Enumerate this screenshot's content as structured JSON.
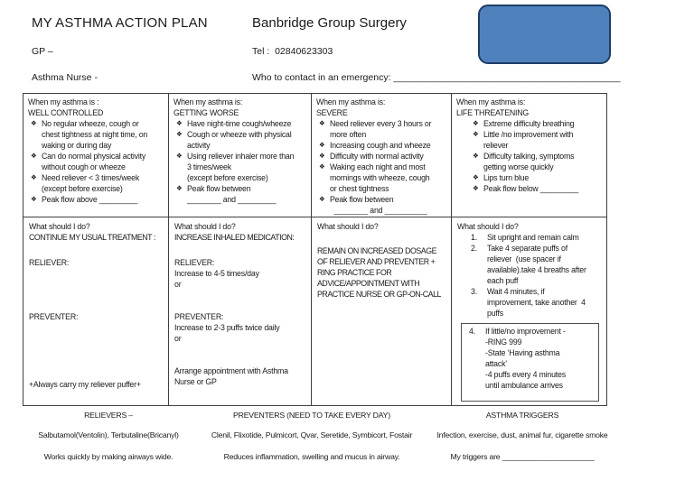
{
  "page": {
    "bullet": "❖"
  },
  "header": {
    "title": "MY ASTHMA ACTION PLAN",
    "surgery": "Banbridge Group Surgery",
    "gp": "GP –",
    "tel": "Tel :  02840623303",
    "nurse": "Asthma Nurse -",
    "emergency_label": "Who to contact in an emergency: ___________________________________________",
    "logo_fill": "#4f81bd",
    "logo_border": "#1f3c66"
  },
  "columns": [
    {
      "when_label": "When my asthma is :",
      "status": "WELL CONTROLLED",
      "symptoms": [
        "No regular wheeze, cough or\nchest tightness at night time, on\nwaking or during day",
        "Can do normal physical activity\nwithout cough or wheeze",
        "Need reliever < 3 times/week\n(except before exercise)",
        "Peak flow above _________"
      ],
      "action_title": "What should I do?",
      "action_heading": "CONTINUE MY USUAL TREATMENT :",
      "reliever_label": "RELIEVER:",
      "preventer_label": "PREVENTER:",
      "note": "+Always carry my reliever puffer+"
    },
    {
      "when_label": "When my asthma is:",
      "status": "GETTING WORSE",
      "symptoms": [
        "Have night-time cough/wheeze",
        "Cough or wheeze with physical\nactivity",
        "Using reliever inhaler more than\n3 times/week\n(except before exercise)",
        "Peak flow between\n________ and _________"
      ],
      "action_title": "What should I do?",
      "action_heading": "INCREASE INHALED MEDICATION:",
      "reliever_label": "RELIEVER:",
      "reliever_advice": "Increase to 4-5 times/day",
      "reliever_or": "or",
      "preventer_label": "PREVENTER:",
      "preventer_advice": "Increase to 2-3 puffs twice daily",
      "preventer_or": "or",
      "appointment": "Arrange appointment with Asthma\nNurse or GP"
    },
    {
      "when_label": "When my asthma is:",
      "status": "SEVERE",
      "symptoms": [
        "Need reliever every 3 hours or\nmore often",
        "Increasing cough and wheeze",
        "Difficulty with normal activity",
        "Waking each night and most\nmornings with wheeze, cough\nor chest tightness",
        "Peak flow between\n  ________ and __________"
      ],
      "action_title": "What should I do?",
      "action_body": "REMAIN ON INCREASED DOSAGE\nOF RELIEVER AND PREVENTER +\nRING PRACTICE FOR\nADVICE/APPOINTMENT WITH\nPRACTICE NURSE OR GP-ON-CALL"
    },
    {
      "when_label": "When my asthma is:",
      "status": "LIFE THREATENING",
      "symptoms": [
        "Extreme difficulty breathing",
        "Little /no improvement with\nreliever",
        "Difficulty talking, symptoms\ngetting worse quickly",
        "Lips turn blue",
        "Peak flow below _________"
      ],
      "action_title": "What should I do?",
      "steps": [
        {
          "num": "1.",
          "text": "Sit upright and remain calm"
        },
        {
          "num": "2.",
          "text": "Take 4 separate puffs of\nreliever  (use spacer if\navailable).take 4 breaths after\neach puff"
        },
        {
          "num": "3.",
          "text": "Wait 4 minutes, if\nimprovement, take another  4\npuffs"
        }
      ],
      "emergency_step": {
        "num": "4.",
        "text": "If little/no improvement -\n-RING 999\n-State ‘Having asthma\nattack’\n-4 puffs every 4 minutes\nuntil ambulance arrives"
      }
    }
  ],
  "footer": {
    "relievers": {
      "heading": "RELIEVERS –",
      "drugs": "Salbutamol(Ventolin), Terbutaline(Bricanyl)",
      "description": "Works quickly by making airways wide."
    },
    "preventers": {
      "heading": "PREVENTERS (NEED TO TAKE EVERY DAY)",
      "drugs": "Clenil, Flixotide, Pulmicort, Qvar, Seretide, Symbicort, Fostair",
      "description": "Reduces inflammation, swelling and mucus in airway."
    },
    "triggers": {
      "heading": "ASTHMA TRIGGERS",
      "drugs": "Infection, exercise, dust, animal fur, cigarette smoke",
      "description": "My triggers are ______________________"
    }
  }
}
